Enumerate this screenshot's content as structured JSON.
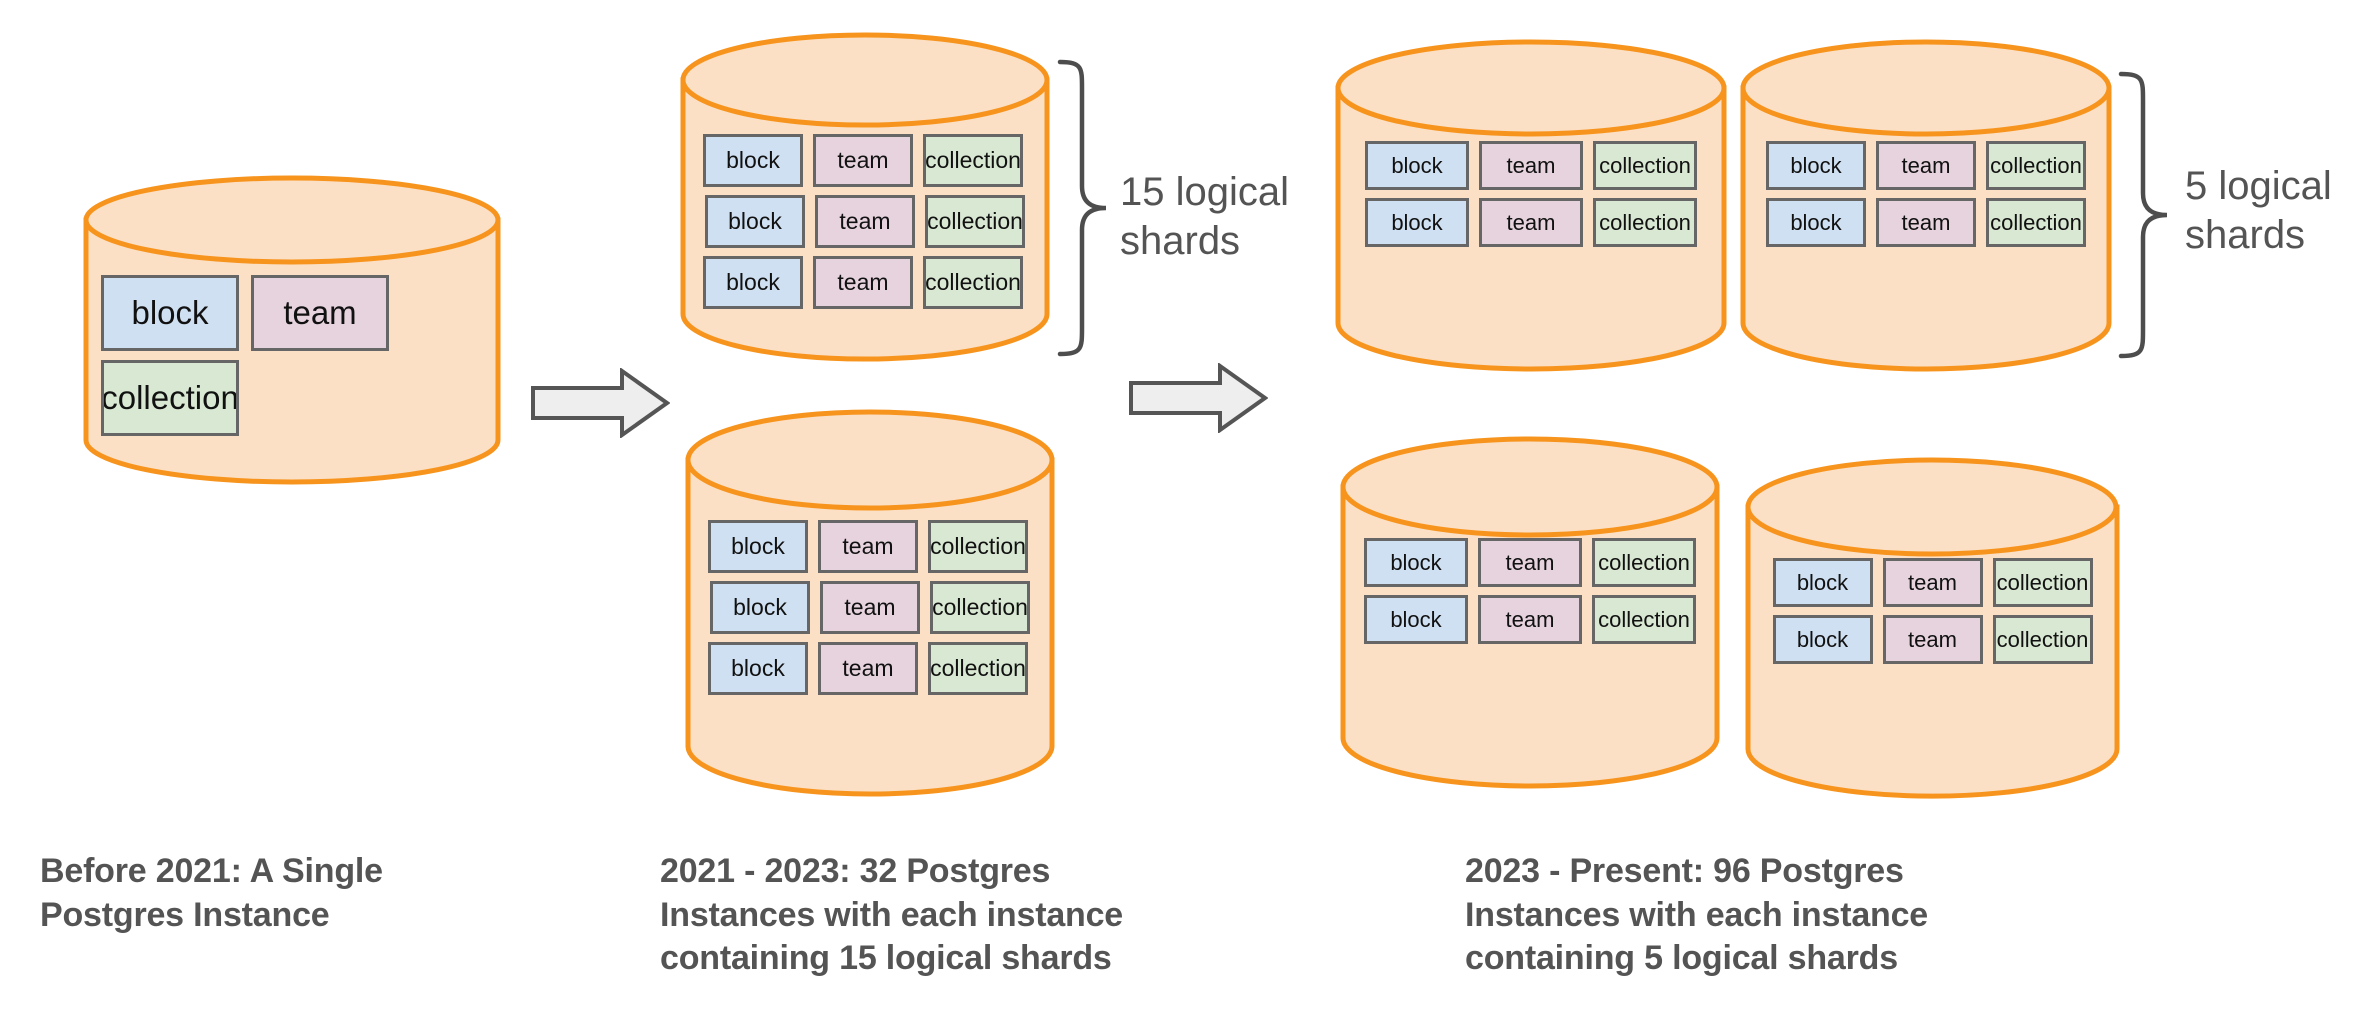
{
  "diagram": {
    "title_text_color": "#545454",
    "colors": {
      "cylinder_fill": "#fbe0c6",
      "cylinder_stroke": "#f7941d",
      "block_fill": "#cfe0f2",
      "team_fill": "#e7d3de",
      "collection_fill": "#d9e8d3",
      "slot_border": "#666666",
      "arrow_fill": "#eeeeee",
      "arrow_stroke": "#555555",
      "brace_stroke": "#4d4d4d",
      "text": "#545454",
      "background": "#ffffff"
    },
    "shard_labels": {
      "block": "block",
      "team": "team",
      "collection": "collection"
    },
    "stages": [
      {
        "id": "before-2021",
        "caption": "Before 2021: A Single\nPostgres Instance",
        "instance_count": 1,
        "shards_per_instance": 1,
        "cylinders": [
          {
            "id": "single-instance",
            "rows": [
              [
                "block",
                "team"
              ],
              [
                "collection"
              ]
            ]
          }
        ]
      },
      {
        "id": "2021-2023",
        "caption": "2021 - 2023: 32 Postgres\nInstances with each instance\ncontaining 15 logical shards",
        "instance_count": 32,
        "shards_per_instance": 15,
        "brace_label": "15 logical\nshards",
        "cylinders": [
          {
            "id": "mid-top",
            "rows": [
              [
                "block",
                "team",
                "collection"
              ],
              [
                "block",
                "team",
                "collection"
              ],
              [
                "block",
                "team",
                "collection"
              ]
            ]
          },
          {
            "id": "mid-bottom",
            "rows": [
              [
                "block",
                "team",
                "collection"
              ],
              [
                "block",
                "team",
                "collection"
              ],
              [
                "block",
                "team",
                "collection"
              ]
            ]
          }
        ]
      },
      {
        "id": "2023-present",
        "caption": "2023 - Present: 96 Postgres\nInstances with each instance\ncontaining 5 logical shards",
        "instance_count": 96,
        "shards_per_instance": 5,
        "brace_label": "5 logical\nshards",
        "cylinders": [
          {
            "id": "right-top-left",
            "rows": [
              [
                "block",
                "team",
                "collection"
              ],
              [
                "block",
                "team",
                "collection"
              ]
            ]
          },
          {
            "id": "right-top-right",
            "rows": [
              [
                "block",
                "team",
                "collection"
              ],
              [
                "block",
                "team",
                "collection"
              ]
            ]
          },
          {
            "id": "right-bottom-left",
            "rows": [
              [
                "block",
                "team",
                "collection"
              ],
              [
                "block",
                "team",
                "collection"
              ]
            ]
          },
          {
            "id": "right-bottom-right",
            "rows": [
              [
                "block",
                "team",
                "collection"
              ],
              [
                "block",
                "team",
                "collection"
              ]
            ]
          }
        ]
      }
    ],
    "arrows": [
      {
        "id": "arrow-1",
        "direction": "right"
      },
      {
        "id": "arrow-2",
        "direction": "right"
      }
    ]
  }
}
